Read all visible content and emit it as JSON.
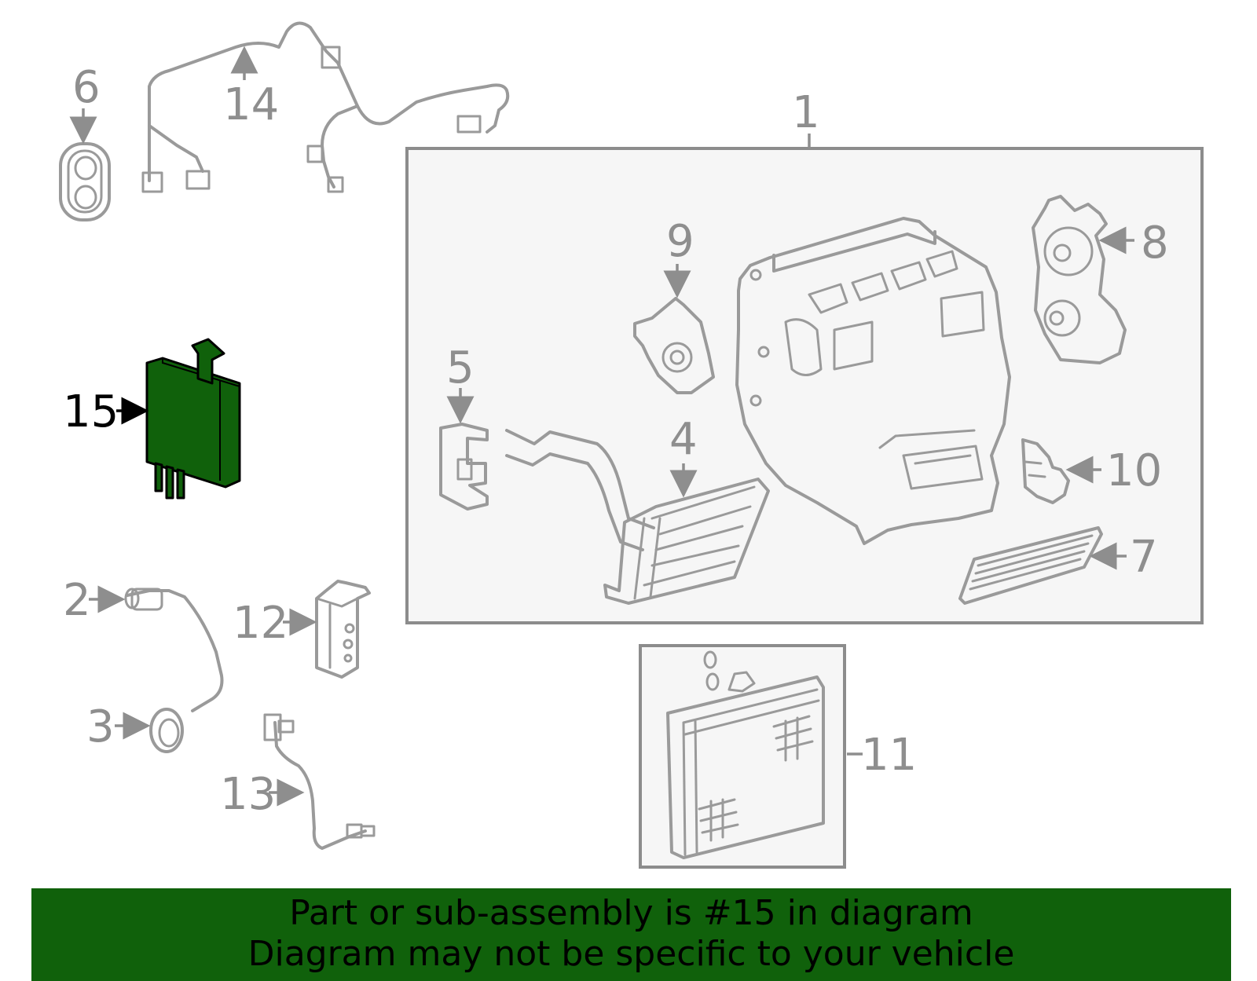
{
  "callouts": {
    "c1": "1",
    "c2": "2",
    "c3": "3",
    "c4": "4",
    "c5": "5",
    "c6": "6",
    "c7": "7",
    "c8": "8",
    "c9": "9",
    "c10": "10",
    "c11": "11",
    "c12": "12",
    "c13": "13",
    "c14": "14",
    "c15": "15"
  },
  "highlighted_part": "15",
  "colors": {
    "highlight_fill": "#10610b",
    "banner_background": "#10610b",
    "part_stroke": "#9a9a9a",
    "label_text": "#8e8e8e"
  },
  "banner": {
    "line1": "Part or sub-assembly is #15 in diagram",
    "line2": "Diagram may not be specific to your vehicle"
  }
}
